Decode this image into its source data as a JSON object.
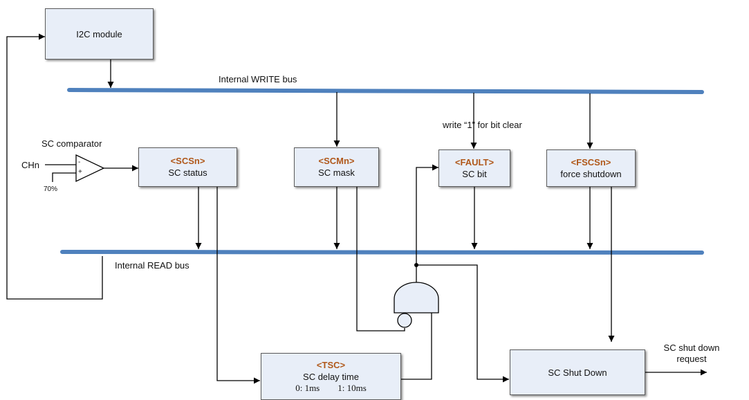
{
  "colors": {
    "bus": "#4f81bd",
    "box_fill": "#e8eef8",
    "register": "#b0581a"
  },
  "i2c": {
    "label": "I2C module"
  },
  "write_bus": {
    "label": "Internal WRITE bus"
  },
  "read_bus": {
    "label": "Internal READ bus"
  },
  "write_note": "write “1” for bit clear",
  "comparator": {
    "title": "SC comparator",
    "input_label": "CHn",
    "threshold_label": "70%",
    "minus": "-",
    "plus": "+"
  },
  "blocks": {
    "scs": {
      "reg": "<SCSn>",
      "name": "SC status"
    },
    "scm": {
      "reg": "<SCMn>",
      "name": "SC mask"
    },
    "fault": {
      "reg": "<FAULT>",
      "name": "SC bit"
    },
    "fscs": {
      "reg": "<FSCSn>",
      "name": "force shutdown"
    },
    "tsc": {
      "reg": "<TSC>",
      "name": "SC delay time",
      "opt0": "0: 1ms",
      "opt1": "1: 10ms"
    },
    "shutdown": {
      "name": "SC Shut Down"
    }
  },
  "output": {
    "line1": "SC shut down",
    "line2": "request"
  }
}
